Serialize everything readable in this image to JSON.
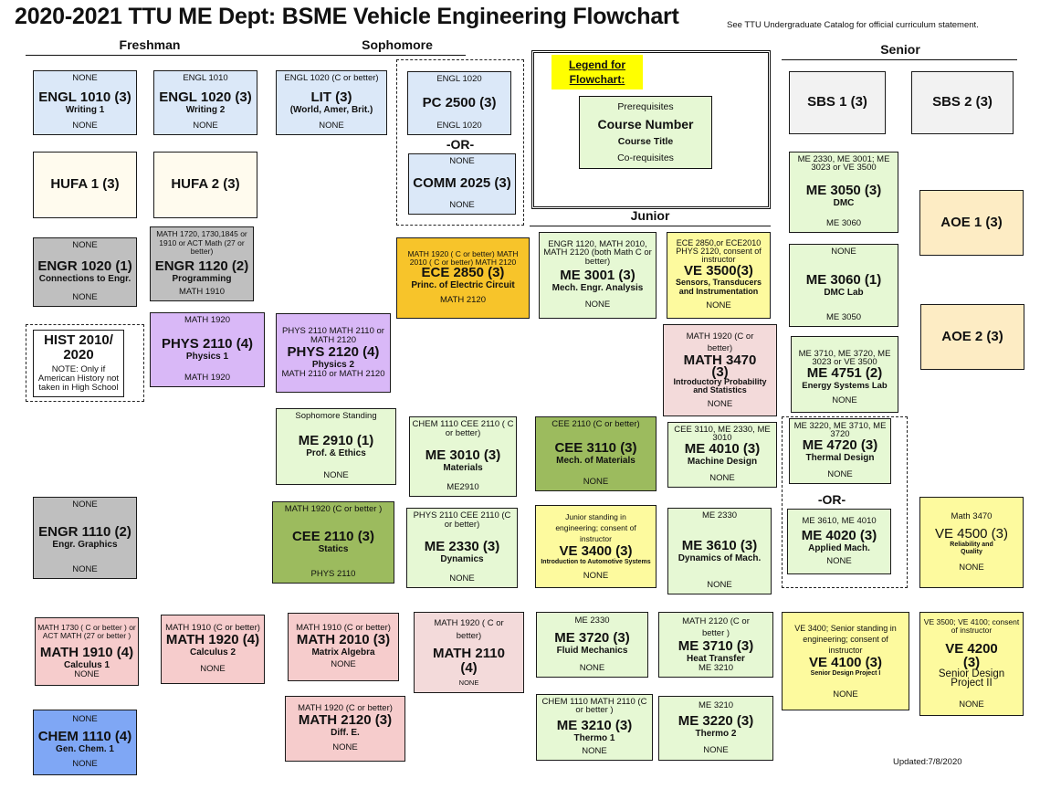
{
  "title": "2020-2021 TTU ME Dept: BSME Vehicle Engineering  Flowchart",
  "catalog_note": "See TTU Undergraduate Catalog for official curriculum statement.",
  "updated": "Updated:7/8/2020",
  "sections": {
    "freshman": "Freshman",
    "sophomore": "Sophomore",
    "junior": "Junior",
    "senior": "Senior"
  },
  "or_label": "-OR-",
  "legend": {
    "label": "Legend for Flowchart:",
    "prerequisites": "Prerequisites",
    "course_number": "Course Number",
    "course_title": "Course Title",
    "corequisites": "Co-requisites"
  },
  "colors": {
    "english_comm": "#dbe8f8",
    "humanities": "#fffbee",
    "engineering_fundamentals": "#bfbfbf",
    "physics": "#d9b8f7",
    "mechanical": "#e6f8d4",
    "civil": "#9cbb5e",
    "electrical": "#f7c42a",
    "vehicle": "#fdfa9e",
    "math": "#f6cccc",
    "chemistry": "#7fa7f5",
    "social_behavioral": "#f2f2f2",
    "area_of_emphasis": "#fdecc4",
    "legend_highlight": "#ffff00"
  },
  "courses": {
    "engl1010": {
      "pre": "NONE",
      "num": "ENGL 1010  (3)",
      "title": "Writing 1",
      "co": "NONE"
    },
    "engl1020": {
      "pre": "ENGL 1010",
      "num": "ENGL 1020  (3)",
      "title": "Writing 2",
      "co": "NONE"
    },
    "lit": {
      "pre": "ENGL 1020 (C or better)",
      "num": "LIT  (3)",
      "title": "(World, Amer, Brit.)",
      "co": "NONE"
    },
    "pc2500": {
      "pre": "ENGL 1020",
      "num": "PC 2500 (3)",
      "title": "",
      "co": "ENGL 1020"
    },
    "comm2025": {
      "pre": "NONE",
      "num": "COMM 2025 (3)",
      "title": "",
      "co": "NONE"
    },
    "hufa1": {
      "num": "HUFA 1  (3)"
    },
    "hufa2": {
      "num": "HUFA 2  (3)"
    },
    "engr1020": {
      "pre": "NONE",
      "num": "ENGR 1020  (1)",
      "title": "Connections to Engr.",
      "co": "NONE"
    },
    "engr1120": {
      "pre": "MATH 1720, 1730,1845 or 1910 or ACT Math (27 or better)",
      "num": "ENGR 1120  (2)",
      "title": "Programming",
      "co": "MATH 1910"
    },
    "ece2850": {
      "pre": "MATH 1920 ( C or better) MATH 2010 ( C or better) MATH 2120",
      "num": "ECE 2850  (3)",
      "title": "Princ. of Electric Circuit",
      "co": "MATH 2120"
    },
    "hist2010": {
      "num": "HIST 2010/ 2020",
      "title": "NOTE: Only if American History not taken in High School"
    },
    "phys2110": {
      "pre": "MATH 1920",
      "num": "PHYS 2110  (4)",
      "title": "Physics 1",
      "co": "MATH 1920"
    },
    "phys2120": {
      "pre": "PHYS 2110 MATH 2110 or MATH 2120",
      "num": "PHYS 2120  (4)",
      "title": "Physics 2",
      "co": "MATH 2110 or  MATH 2120"
    },
    "me3001": {
      "pre": "ENGR 1120, MATH 2010, MATH 2120 (both Math C or better)",
      "num": "ME 3001  (3)",
      "title": "Mech. Engr. Analysis",
      "co": "NONE"
    },
    "ve3500": {
      "pre": "ECE 2850,or ECE2010 PHYS 2120, consent of instructor",
      "num": "VE 3500(3)",
      "title": "Sensors, Transducers and Instrumentation",
      "co": "NONE"
    },
    "math3470": {
      "pre": "MATH 1920 (C or better)",
      "num": "MATH  3470 (3)",
      "title": "Introductory Probability and Statistics",
      "co": "NONE"
    },
    "me2910": {
      "pre": "Sophomore Standing",
      "num": "ME 2910  (1)",
      "title": "Prof. & Ethics",
      "co": "NONE"
    },
    "me3010": {
      "pre": "CHEM 1110 CEE 2110 ( C or better)",
      "num": "ME 3010  (3)",
      "title": "Materials",
      "co": "ME2910"
    },
    "cee3110": {
      "pre": "CEE 2110 (C or better)",
      "num": "CEE 3110  (3)",
      "title": "Mech. of Materials",
      "co": "NONE"
    },
    "me4010": {
      "pre": "CEE 3110, ME 2330, ME 3010",
      "num": "ME 4010  (3)",
      "title": "Machine Design",
      "co": "NONE"
    },
    "me4720": {
      "pre": "ME 3220, ME 3710, ME 3720",
      "num": "ME 4720  (3)",
      "title": "Thermal Design",
      "co": "NONE"
    },
    "engr1110": {
      "pre": "NONE",
      "num": "ENGR 1110  (2)",
      "title": "Engr. Graphics",
      "co": "NONE"
    },
    "cee2110": {
      "pre": "MATH 1920 (C or better )",
      "num": "CEE 2110  (3)",
      "title": "Statics",
      "co": "PHYS 2110"
    },
    "me2330": {
      "pre": "PHYS 2110 CEE 2110 (C or better)",
      "num": "ME 2330  (3)",
      "title": "Dynamics",
      "co": "NONE"
    },
    "ve3400": {
      "pre": "Junior standing  in engineering; consent of instructor",
      "num": "VE 3400 (3)",
      "title": "Introduction to Automotive Systems",
      "co": "NONE"
    },
    "me3610": {
      "pre": "ME 2330",
      "num": "ME 3610  (3)",
      "title": "Dynamics of Mach.",
      "co": "NONE"
    },
    "me4020": {
      "pre": "ME 3610, ME 4010",
      "num": "ME 4020  (3)",
      "title": "Applied Mach.",
      "co": "NONE"
    },
    "ve4500": {
      "pre": "Math 3470",
      "num": "VE 4500  (3)",
      "title": "Reliability and Quality",
      "co": "NONE"
    },
    "math1910": {
      "pre": "MATH 1730 ( C or better ) or ACT MATH (27 or better )",
      "num": "MATH 1910  (4)",
      "title": "Calculus 1",
      "co": "NONE"
    },
    "math1920": {
      "pre": "MATH 1910 (C or better)",
      "num": "MATH 1920  (4)",
      "title": "Calculus 2",
      "co": "NONE"
    },
    "math2010": {
      "pre": "MATH 1910 (C or better)",
      "num": "MATH 2010  (3)",
      "title": "Matrix Algebra",
      "co": "NONE"
    },
    "math2110": {
      "pre": "MATH 1920 ( C or better)",
      "num": "MATH 2110 (4)",
      "title": "",
      "co": "NONE"
    },
    "math2120": {
      "pre": "MATH 1920 (C or better)",
      "num": "MATH 2120  (3)",
      "title": "Diff. E.",
      "co": "NONE"
    },
    "chem1110": {
      "pre": "NONE",
      "num": "CHEM 1110  (4)",
      "title": "Gen. Chem. 1",
      "co": "NONE"
    },
    "me3720": {
      "pre": "ME 2330",
      "num": "ME 3720  (3)",
      "title": "Fluid Mechanics",
      "co": "NONE"
    },
    "me3710": {
      "pre": "MATH 2120 (C or better )",
      "num": "ME 3710  (3)",
      "title": "Heat Transfer",
      "co": "ME 3210"
    },
    "me3210": {
      "pre": "CHEM 1110 MATH 2110  (C or better )",
      "num": "ME 3210  (3)",
      "title": "Thermo 1",
      "co": "NONE"
    },
    "me3220": {
      "pre": "ME 3210",
      "num": "ME 3220  (3)",
      "title": "Thermo 2",
      "co": "NONE"
    },
    "ve4100": {
      "pre": "VE 3400; Senior standing in engineering; consent of instructor",
      "num": "VE 4100 (3)",
      "title": "Senior Design Project I",
      "co": "NONE"
    },
    "ve4200": {
      "pre": "VE 3500; VE 4100; consent of instructor",
      "num": "VE 4200 (3)",
      "title": "Senior Design Project II",
      "co": "NONE"
    },
    "sbs1": {
      "num": "SBS 1  (3)"
    },
    "sbs2": {
      "num": "SBS 2  (3)"
    },
    "me3050": {
      "pre": "ME 2330, ME 3001; ME 3023 or VE 3500",
      "num": "ME 3050  (3)",
      "title": "DMC",
      "co": "ME 3060"
    },
    "me3060": {
      "pre": "NONE",
      "num": "ME 3060  (1)",
      "title": "DMC Lab",
      "co": "ME 3050"
    },
    "me4751": {
      "pre": "ME 3710, ME 3720, ME 3023 or VE 3500",
      "num": "ME 4751  (2)",
      "title": "Energy Systems Lab",
      "co": "NONE"
    },
    "aoe1": {
      "num": "AOE 1  (3)"
    },
    "aoe2": {
      "num": "AOE 2 (3)"
    }
  }
}
